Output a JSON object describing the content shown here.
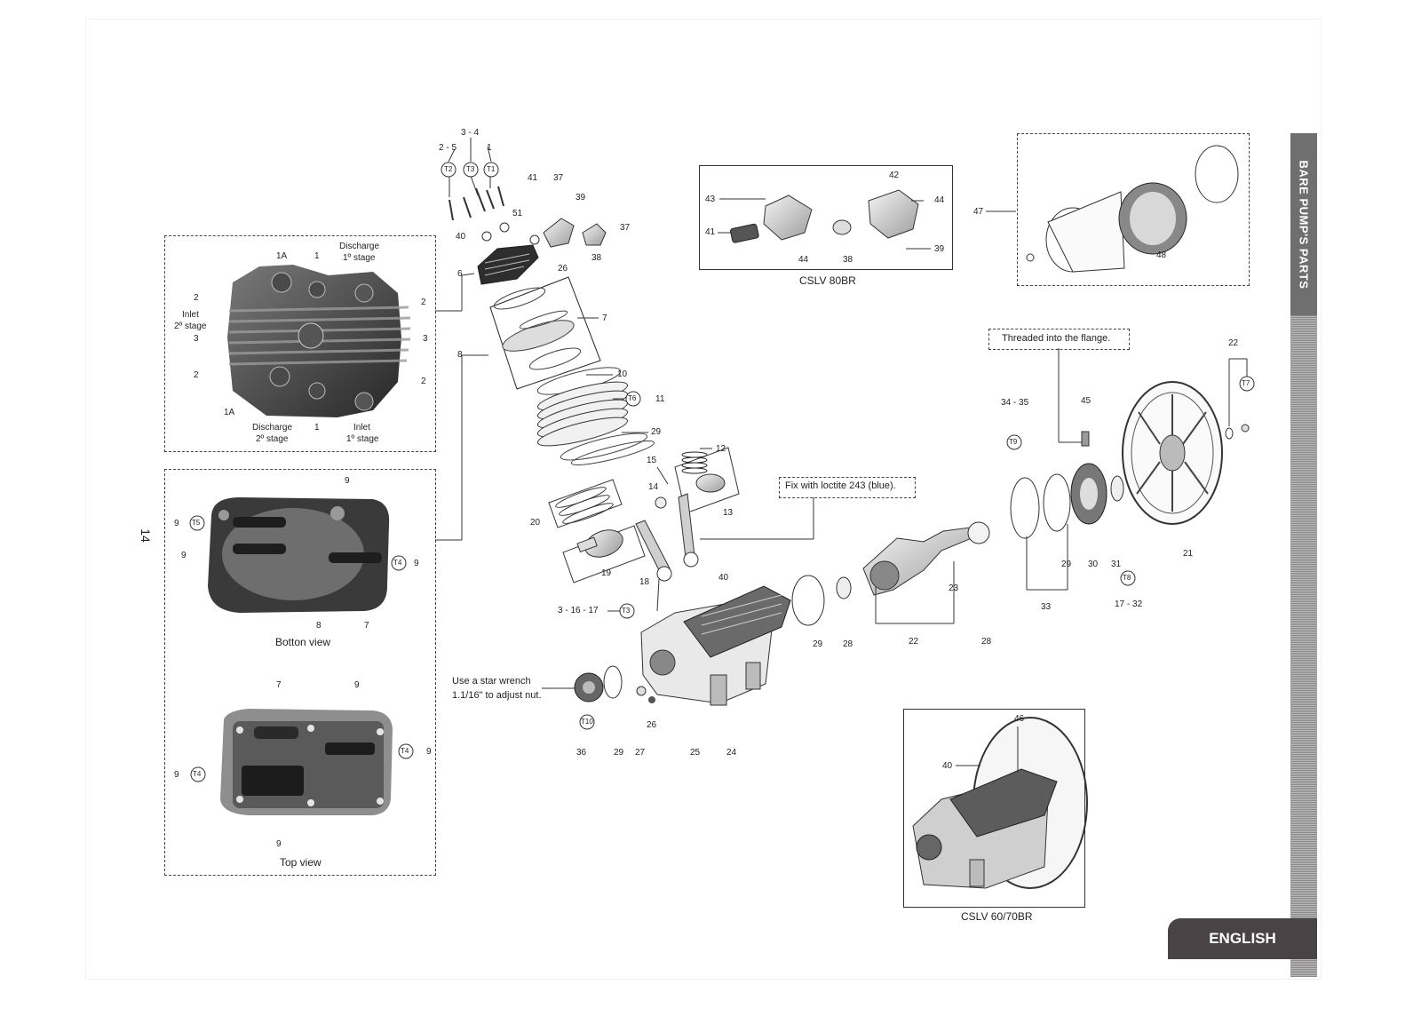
{
  "side_title": "BARE PUMP'S PARTS",
  "language_tab": "ENGLISH",
  "page_number": "14",
  "notes": {
    "threaded": "Threaded into the flange.",
    "loctite": "Fix with loctite 243 (blue).",
    "star_wrench_1": "Use a star wrench",
    "star_wrench_2": "1.1/16\"  to adjust nut."
  },
  "captions": {
    "cslv80": "CSLV 80BR",
    "cslv6070": "CSLV 60/70BR",
    "bottom_view": "Botton view",
    "top_view": "Top view"
  },
  "head_view": {
    "discharge_1": "Discharge",
    "stage_1": "1º stage",
    "inlet_2": "Inlet",
    "stage_2_in": "2º stage",
    "discharge_2": "Discharge",
    "stage_2": "2º stage",
    "inlet_1": "Inlet",
    "stage_1_in": "1º stage",
    "c_1a_top": "1A",
    "c_1_top": "1",
    "c_2a": "2",
    "c_2b": "2",
    "c_2c": "2",
    "c_2d": "2",
    "c_3a": "3",
    "c_3b": "3",
    "c_1a_bot": "1A",
    "c_1_bot": "1"
  },
  "callouts": {
    "c34": "3 - 4",
    "c25": "2 - 5",
    "c1": "1",
    "t2": "T2",
    "t3": "T3",
    "t1": "T1",
    "c41": "41",
    "c37a": "37",
    "c39a": "39",
    "c51": "51",
    "c40a": "40",
    "c37b": "37",
    "c26a": "26",
    "c38a": "38",
    "c6": "6",
    "c7": "7",
    "c8": "8",
    "c10": "10",
    "t6": "T6",
    "c11": "11",
    "c29a": "29",
    "c12": "12",
    "c15": "15",
    "c14": "14",
    "c13": "13",
    "c20": "20",
    "c19": "19",
    "c18": "18",
    "c3_16_17": "3 - 16 - 17",
    "t3b": "T3",
    "c40b": "40",
    "c29b": "29",
    "c28a": "28",
    "c22a": "22",
    "c23": "23",
    "c28b": "28",
    "c34_35": "34 - 35",
    "t9": "T9",
    "c45": "45",
    "c29c": "29",
    "c30": "30",
    "c31": "31",
    "t8": "T8",
    "c17_32": "17 - 32",
    "c33": "33",
    "c21": "21",
    "c22b": "22",
    "t7": "T7",
    "c36": "36",
    "t10": "T10",
    "c29d": "29",
    "c27": "27",
    "c26b": "26",
    "c25b": "25",
    "c24": "24",
    "c42": "42",
    "c43": "43",
    "c44a": "44",
    "c41b": "41",
    "c44b": "44",
    "c38b": "38",
    "c39b": "39",
    "c47": "47",
    "c48": "48",
    "c46": "46",
    "c40c": "40"
  },
  "bottom_view_labels": {
    "n9_top": "9",
    "n9_t5": "9",
    "t5": "T5",
    "n9_left": "9",
    "t4": "T4",
    "n9_right": "9",
    "n8": "8",
    "n7": "7"
  },
  "top_view_labels": {
    "n7": "7",
    "n9_top": "9",
    "t4_right": "T4",
    "n9_right": "9",
    "n9_left": "9",
    "t4_left": "T4",
    "n9_bot": "9"
  }
}
